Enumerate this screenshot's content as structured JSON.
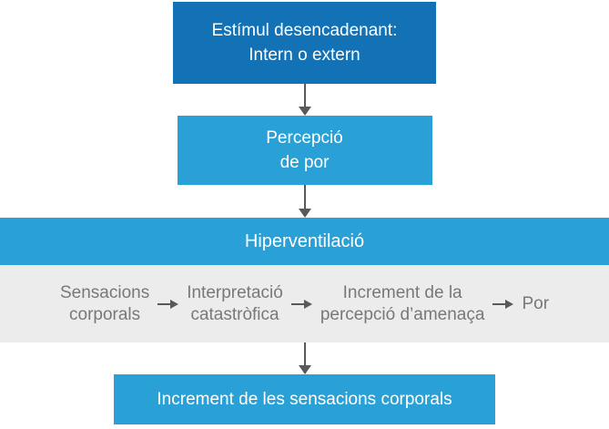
{
  "colors": {
    "dark_blue": "#1272b5",
    "light_blue": "#29a0d6",
    "gray_band_bg": "#ececec",
    "gray_text": "#77787b",
    "arrow_gray": "#58595b",
    "box_text": "#ffffff"
  },
  "flowchart": {
    "box_stimulus": {
      "line1": "Estímul desencadenant:",
      "line2": "Intern o extern"
    },
    "box_perception": {
      "line1": "Percepció",
      "line2": "de por"
    },
    "band_hyperventilation": {
      "label": "Hiperventilació"
    },
    "cycle": {
      "item1": {
        "line1": "Sensacions",
        "line2": "corporals"
      },
      "item2": {
        "line1": "Interpretació",
        "line2": "catastròfica"
      },
      "item3": {
        "line1": "Increment de la",
        "line2": "percepció d’amenaça"
      },
      "item4": {
        "line1": "Por"
      }
    },
    "box_increase": {
      "label": "Increment de les sensacions corporals"
    }
  }
}
